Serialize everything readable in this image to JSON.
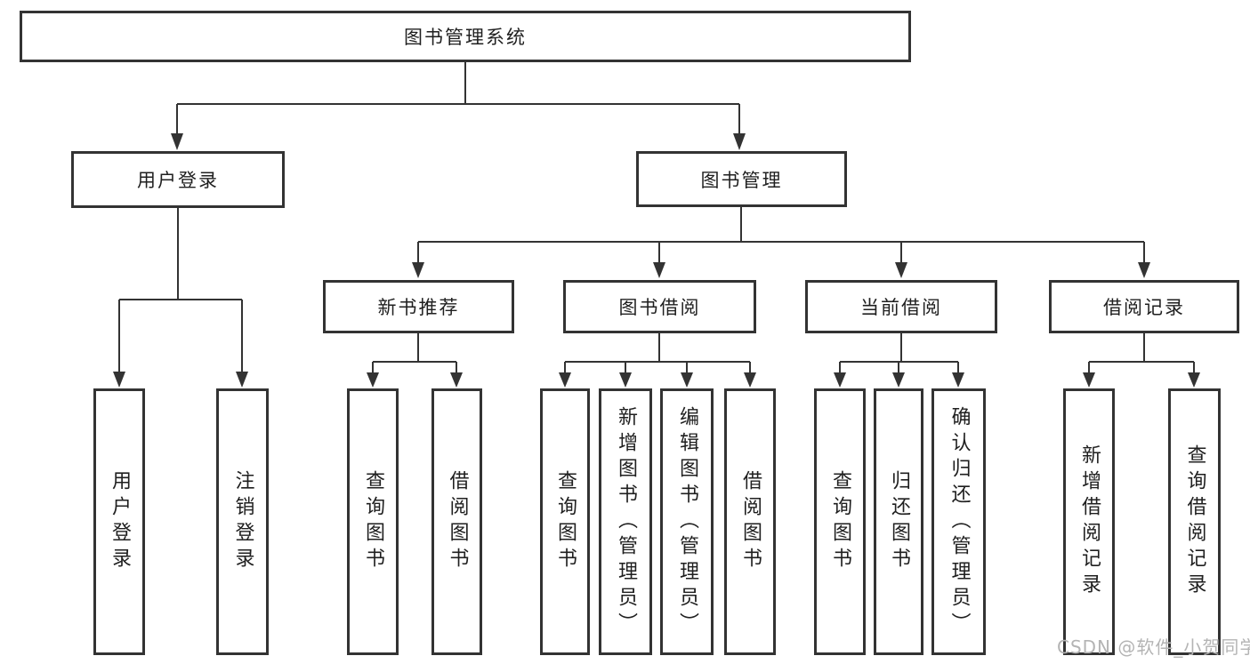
{
  "diagram": {
    "root": {
      "label": "图书管理系统",
      "children": [
        {
          "label": "用户登录",
          "children": [
            {
              "label": "用户登录"
            },
            {
              "label": "注销登录"
            }
          ]
        },
        {
          "label": "图书管理",
          "children": [
            {
              "label": "新书推荐",
              "children": [
                {
                  "label": "查询图书"
                },
                {
                  "label": "借阅图书"
                }
              ]
            },
            {
              "label": "图书借阅",
              "children": [
                {
                  "label": "查询图书"
                },
                {
                  "label": "新增图书（管理员）"
                },
                {
                  "label": "编辑图书（管理员）"
                },
                {
                  "label": "借阅图书"
                }
              ]
            },
            {
              "label": "当前借阅",
              "children": [
                {
                  "label": "查询图书"
                },
                {
                  "label": "归还图书"
                },
                {
                  "label": "确认归还（管理员）"
                }
              ]
            },
            {
              "label": "借阅记录",
              "children": [
                {
                  "label": "新增借阅记录"
                },
                {
                  "label": "查询借阅记录"
                }
              ]
            }
          ]
        }
      ]
    }
  },
  "watermark": {
    "text": "CSDN @软件_小贺同学",
    "color": "#b4b4b4"
  },
  "colors": {
    "line": "#333333",
    "border": "#333333",
    "text": "#1f1f1f",
    "background": "#ffffff"
  }
}
